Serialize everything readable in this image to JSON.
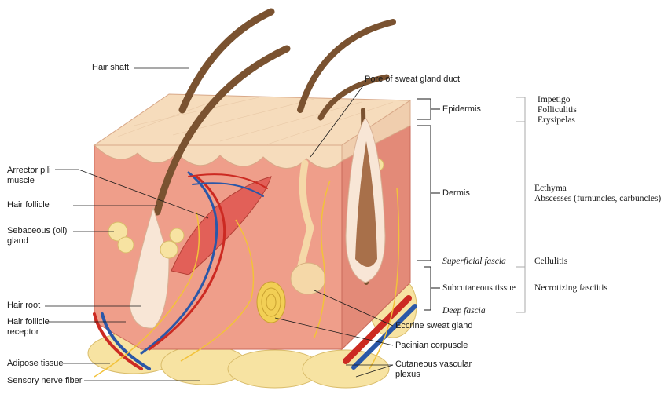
{
  "labels": {
    "hair_shaft": "Hair shaft",
    "pore": "Pore of sweat gland duct",
    "arrector": "Arrector pili muscle",
    "hair_follicle": "Hair follicle",
    "sebaceous": "Sebaceous (oil) gland",
    "hair_root": "Hair root",
    "follicle_receptor": "Hair follicle receptor",
    "adipose": "Adipose tissue",
    "sensory_nerve": "Sensory nerve fiber",
    "epidermis": "Epidermis",
    "dermis": "Dermis",
    "superficial_fascia": "Superficial fascia",
    "subcutaneous": "Subcutaneous tissue",
    "deep_fascia": "Deep fascia",
    "eccrine": "Eccrine sweat gland",
    "pacinian": "Pacinian corpuscle",
    "cutaneous_plexus": "Cutaneous vascular plexus"
  },
  "infections": {
    "epidermis": [
      "Impetigo",
      "Folliculitis",
      "Erysipelas"
    ],
    "dermis": [
      "Ecthyma",
      "Abscesses (furnuncles, carbuncles)"
    ],
    "fascia": "Cellulitis",
    "subcutaneous": "Necrotizing fasciitis"
  },
  "colors": {
    "epidermis": "#f6dcbc",
    "dermis_top": "#f2c2a8",
    "dermis_side": "#e38a78",
    "hair": "#7a5230",
    "artery": "#cc2a22",
    "vein": "#2a57a8",
    "nerve": "#f2c23a",
    "fat": "#f7e3a2"
  }
}
